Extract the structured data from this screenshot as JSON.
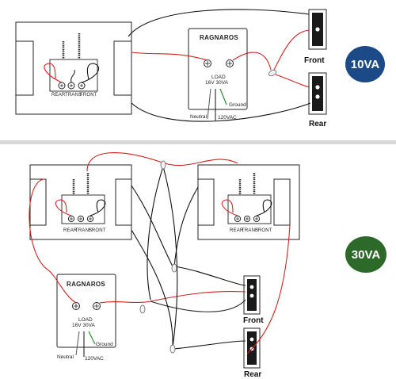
{
  "colors": {
    "badge_10va": "#1c4a86",
    "badge_30va": "#2d6a2a",
    "wire_red": "#d42222",
    "wire_black": "#111111",
    "wire_green": "#2e8b2e",
    "divider": "#d8d8d8"
  },
  "section_10va": {
    "badge": "10VA",
    "chime": {
      "terminals": [
        "REAR",
        "TRANS",
        "FRONT"
      ]
    },
    "transformer": {
      "brand": "RAGNAROS",
      "load_line1": "LOAD",
      "load_line2": "16V 30VA",
      "neutral": "Neutral",
      "ground": "Ground",
      "mains": "120VAC"
    },
    "buttons": {
      "front": "Front",
      "rear": "Rear"
    }
  },
  "section_30va": {
    "badge": "30VA",
    "chimes": [
      {
        "terminals": [
          "REAR",
          "TRANS",
          "FRONT"
        ]
      },
      {
        "terminals": [
          "REAR",
          "TRANS",
          "FRONT"
        ]
      }
    ],
    "transformer": {
      "brand": "RAGNAROS",
      "load_line1": "LOAD",
      "load_line2": "16V 30VA",
      "neutral": "Neutral",
      "ground": "Ground",
      "mains": "120VAC"
    },
    "buttons": {
      "front": "Front",
      "rear": "Rear"
    }
  }
}
